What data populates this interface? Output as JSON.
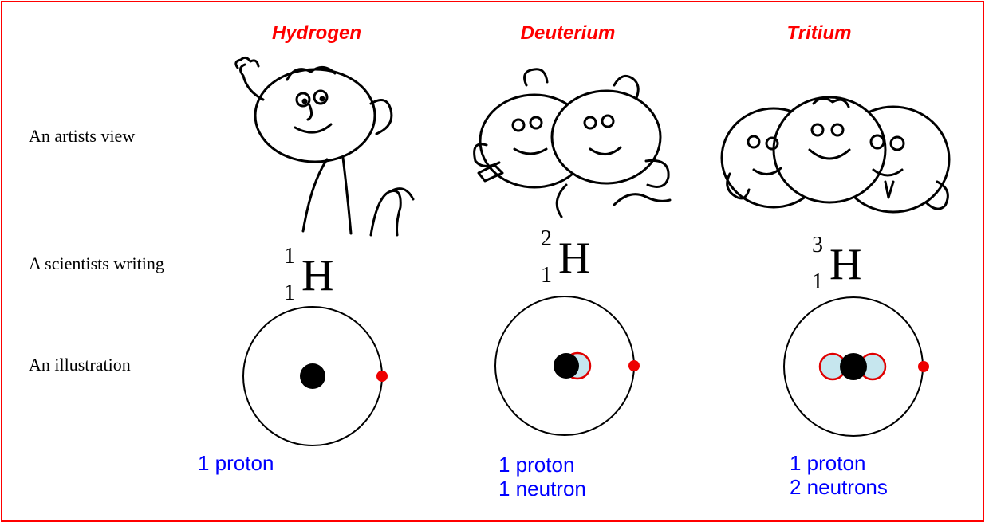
{
  "isotopes": [
    {
      "title": "Hydrogen",
      "mass_number": "1",
      "atomic_number": "1",
      "symbol": "H",
      "line1": "1 proton",
      "line2": ""
    },
    {
      "title": "Deuterium",
      "mass_number": "2",
      "atomic_number": "1",
      "symbol": "H",
      "line1": "1 proton",
      "line2": "1 neutron"
    },
    {
      "title": "Tritium",
      "mass_number": "3",
      "atomic_number": "1",
      "symbol": "H",
      "line1": "1 proton",
      "line2": "2 neutrons"
    }
  ],
  "row_labels": {
    "artist": "An artists view",
    "scientist": "A scientists writing",
    "illustration": "An illustration"
  },
  "colors": {
    "frame": "#ff0000",
    "title": "#ff0000",
    "caption": "#0000ff",
    "proton": "#000000",
    "neutron_fill": "#c6e6ee",
    "neutron_stroke": "#e00000",
    "electron": "#ee0000"
  }
}
